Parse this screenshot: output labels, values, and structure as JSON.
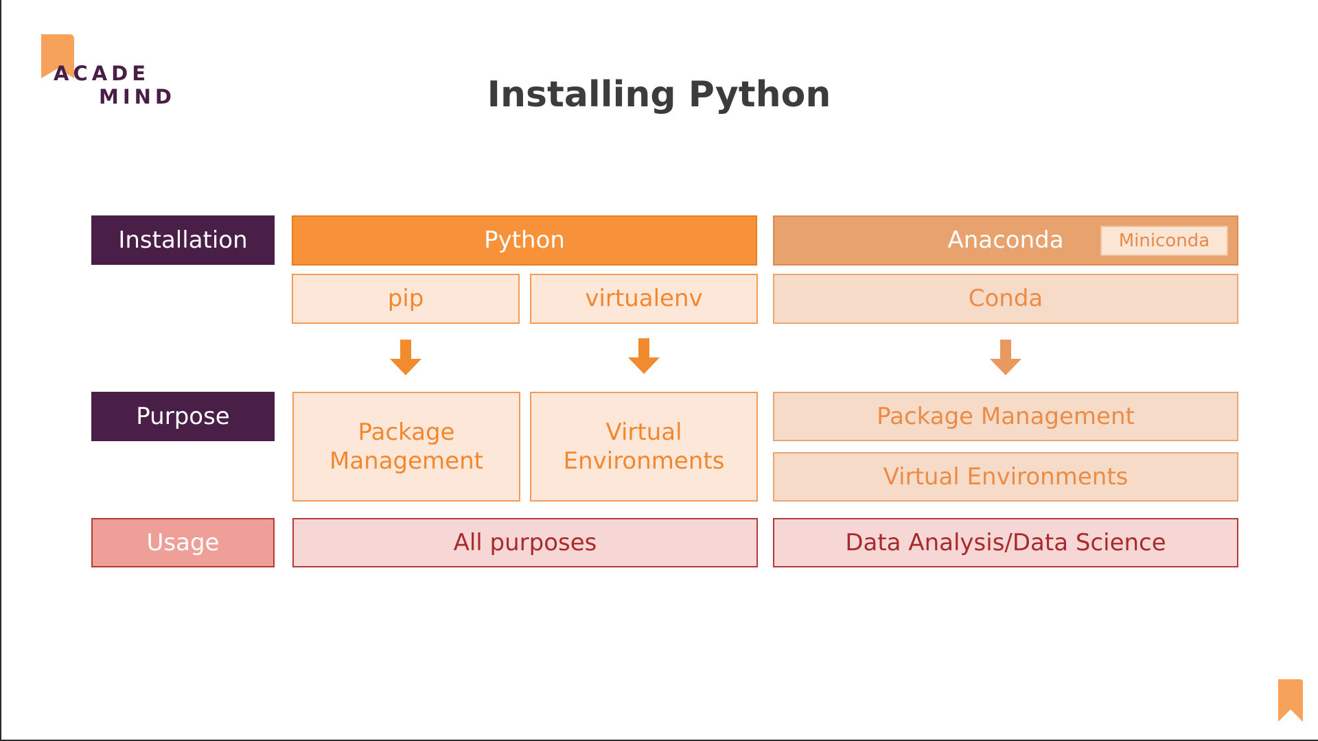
{
  "logo": {
    "line1": "ACADE",
    "line2": "MIND",
    "icon": "bookmark-icon"
  },
  "title": "Installing Python",
  "rows": {
    "installation": "Installation",
    "purpose": "Purpose",
    "usage": "Usage"
  },
  "python": {
    "header": "Python",
    "tools": [
      "pip",
      "virtualenv"
    ],
    "purposes": [
      "Package Management",
      "Virtual Environments"
    ],
    "usage": "All purposes"
  },
  "anaconda": {
    "header": "Anaconda",
    "badge": "Miniconda",
    "tool": "Conda",
    "purposes": [
      "Package Management",
      "Virtual Environments"
    ],
    "usage": "Data Analysis/Data Science"
  },
  "colors": {
    "brand_purple": "#4a1f47",
    "python_orange": "#f7923a",
    "anaconda_orange": "#e8a26d",
    "usage_red": "#b43a3a"
  }
}
